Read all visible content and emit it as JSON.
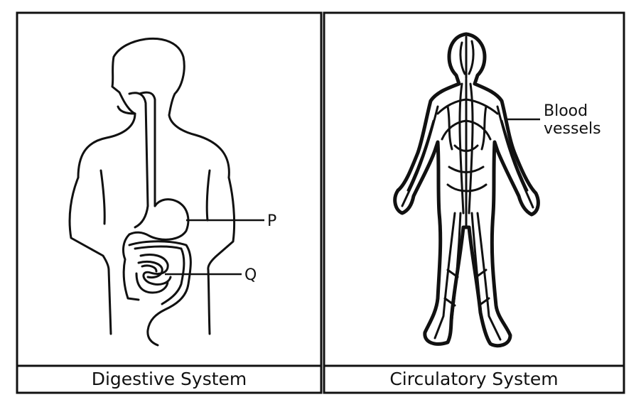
{
  "panels": [
    {
      "caption": "Digestive System",
      "labels": {
        "p": "P",
        "q": "Q"
      }
    },
    {
      "caption": "Circulatory System",
      "labels": {
        "blood_line1": "Blood",
        "blood_line2": "vessels"
      }
    }
  ],
  "colors": {
    "ink": "#111111",
    "background": "#ffffff"
  }
}
